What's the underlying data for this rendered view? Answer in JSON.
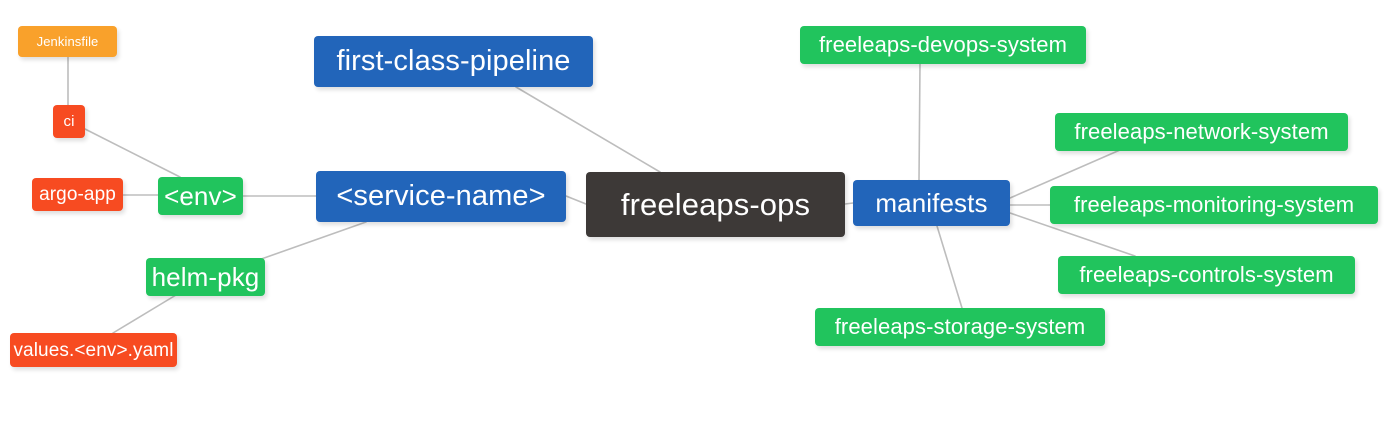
{
  "diagram": {
    "title": "freeleaps-ops repository structure mindmap",
    "type": "mindmap",
    "background": "#ffffff",
    "edge_color": "#bdbdbd",
    "palette": {
      "root_dark": "#3d3937",
      "blue": "#2265ba",
      "green": "#21c45d",
      "red": "#f74b21",
      "orange": "#f9a12b",
      "text": "#ffffff"
    }
  },
  "nodes": {
    "root": {
      "label": "freeleaps-ops",
      "color": "#3d3937"
    },
    "service_name": {
      "label": "<service-name>",
      "color": "#2265ba"
    },
    "first_class_pipeline": {
      "label": "first-class-pipeline",
      "color": "#2265ba"
    },
    "manifests": {
      "label": "manifests",
      "color": "#2265ba"
    },
    "env": {
      "label": "<env>",
      "color": "#21c45d"
    },
    "helm_pkg": {
      "label": "helm-pkg",
      "color": "#21c45d"
    },
    "ci": {
      "label": "ci",
      "color": "#f74b21"
    },
    "argo_app": {
      "label": "argo-app",
      "color": "#f74b21"
    },
    "values_yaml": {
      "label": "values.<env>.yaml",
      "color": "#f74b21"
    },
    "jenkinsfile": {
      "label": "Jenkinsfile",
      "color": "#f9a12b"
    },
    "devops_system": {
      "label": "freeleaps-devops-system",
      "color": "#21c45d"
    },
    "network_system": {
      "label": "freeleaps-network-system",
      "color": "#21c45d"
    },
    "monitoring_system": {
      "label": "freeleaps-monitoring-system",
      "color": "#21c45d"
    },
    "controls_system": {
      "label": "freeleaps-controls-system",
      "color": "#21c45d"
    },
    "storage_system": {
      "label": "freeleaps-storage-system",
      "color": "#21c45d"
    }
  },
  "edges": [
    {
      "from": "root",
      "to": "service_name"
    },
    {
      "from": "root",
      "to": "first_class_pipeline"
    },
    {
      "from": "root",
      "to": "manifests"
    },
    {
      "from": "service_name",
      "to": "env"
    },
    {
      "from": "service_name",
      "to": "helm_pkg"
    },
    {
      "from": "env",
      "to": "ci"
    },
    {
      "from": "env",
      "to": "argo_app"
    },
    {
      "from": "ci",
      "to": "jenkinsfile"
    },
    {
      "from": "helm_pkg",
      "to": "values_yaml"
    },
    {
      "from": "manifests",
      "to": "devops_system"
    },
    {
      "from": "manifests",
      "to": "network_system"
    },
    {
      "from": "manifests",
      "to": "monitoring_system"
    },
    {
      "from": "manifests",
      "to": "controls_system"
    },
    {
      "from": "manifests",
      "to": "storage_system"
    }
  ]
}
